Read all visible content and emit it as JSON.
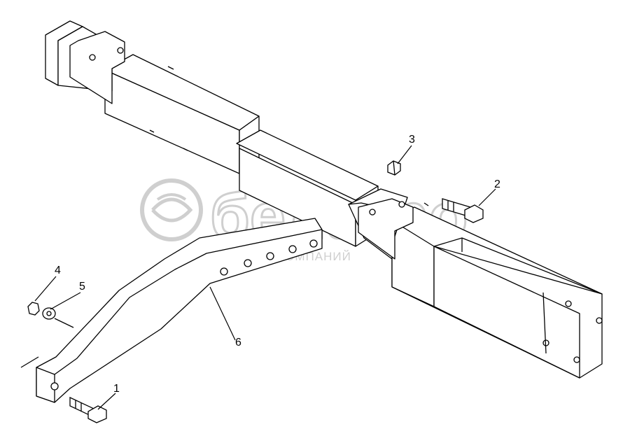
{
  "drawing": {
    "callouts": [
      {
        "id": "1",
        "label": "1"
      },
      {
        "id": "2",
        "label": "2"
      },
      {
        "id": "3",
        "label": "3"
      },
      {
        "id": "4",
        "label": "4"
      },
      {
        "id": "5",
        "label": "5"
      },
      {
        "id": "6",
        "label": "6"
      }
    ]
  },
  "watermark": {
    "brand": "белагро",
    "tagline": "ГРУППА КОМПАНИЙ"
  },
  "colors": {
    "line": "#000000",
    "watermark": "#cfcfcf",
    "background": "#ffffff"
  }
}
